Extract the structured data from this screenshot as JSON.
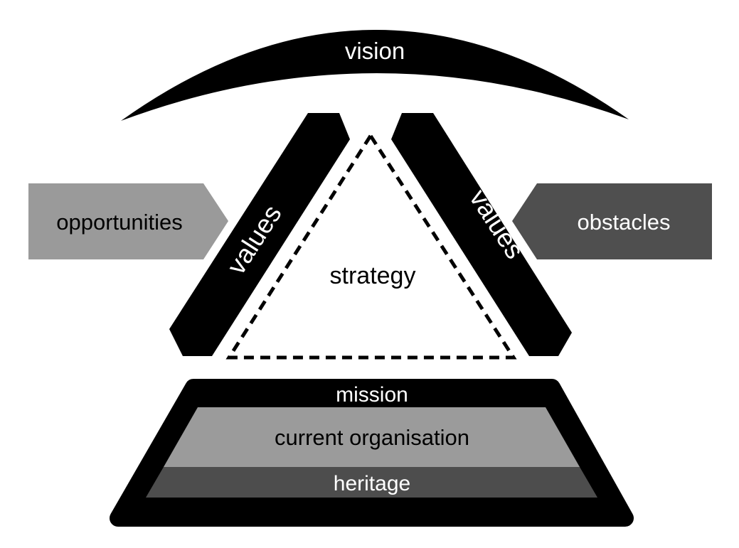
{
  "diagram": {
    "vision": {
      "label": "vision"
    },
    "values_left": {
      "label": "values"
    },
    "values_right": {
      "label": "values"
    },
    "strategy": {
      "label": "strategy"
    },
    "opportunities": {
      "label": "opportunities",
      "color": "#9a9a9a",
      "text_color": "#000000"
    },
    "obstacles": {
      "label": "obstacles",
      "color": "#4f4f4f",
      "text_color": "#ffffff"
    },
    "foundation": {
      "mission": {
        "label": "mission"
      },
      "current_organisation": {
        "label": "current organisation",
        "color": "#9b9b9b"
      },
      "heritage": {
        "label": "heritage",
        "color": "#4d4d4d"
      }
    },
    "base_color": "#000000",
    "background": "#ffffff"
  }
}
